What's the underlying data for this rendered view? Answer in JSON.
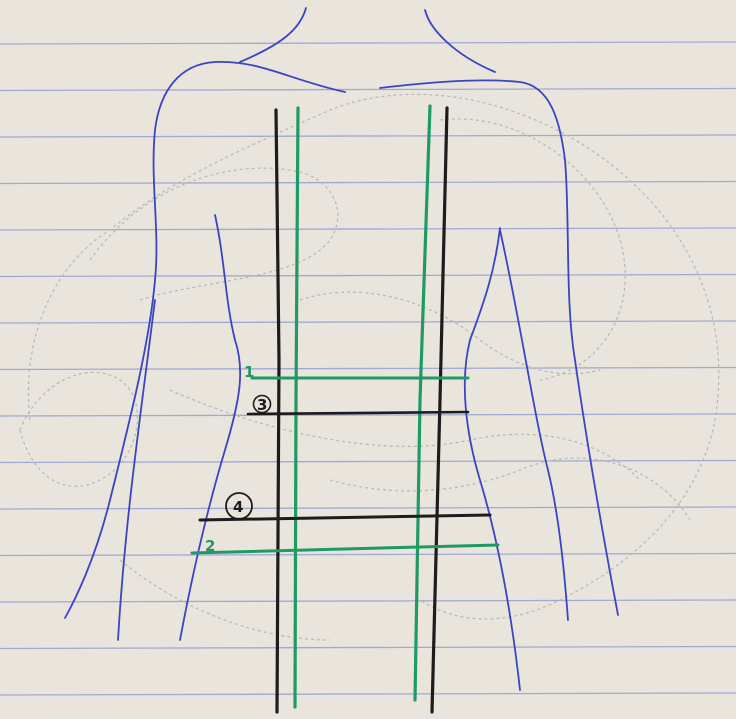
{
  "paper": {
    "background": "#e9e4dc",
    "rule_color": "#8e9bd0",
    "pencil_color": "#b9b6b2"
  },
  "inks": {
    "outline": "#3a45c2",
    "black": "#1f1a1c",
    "green": "#1f9a63"
  },
  "labels": {
    "line_1": "1",
    "line_2": "2",
    "line_3": "3",
    "line_4": "4"
  }
}
